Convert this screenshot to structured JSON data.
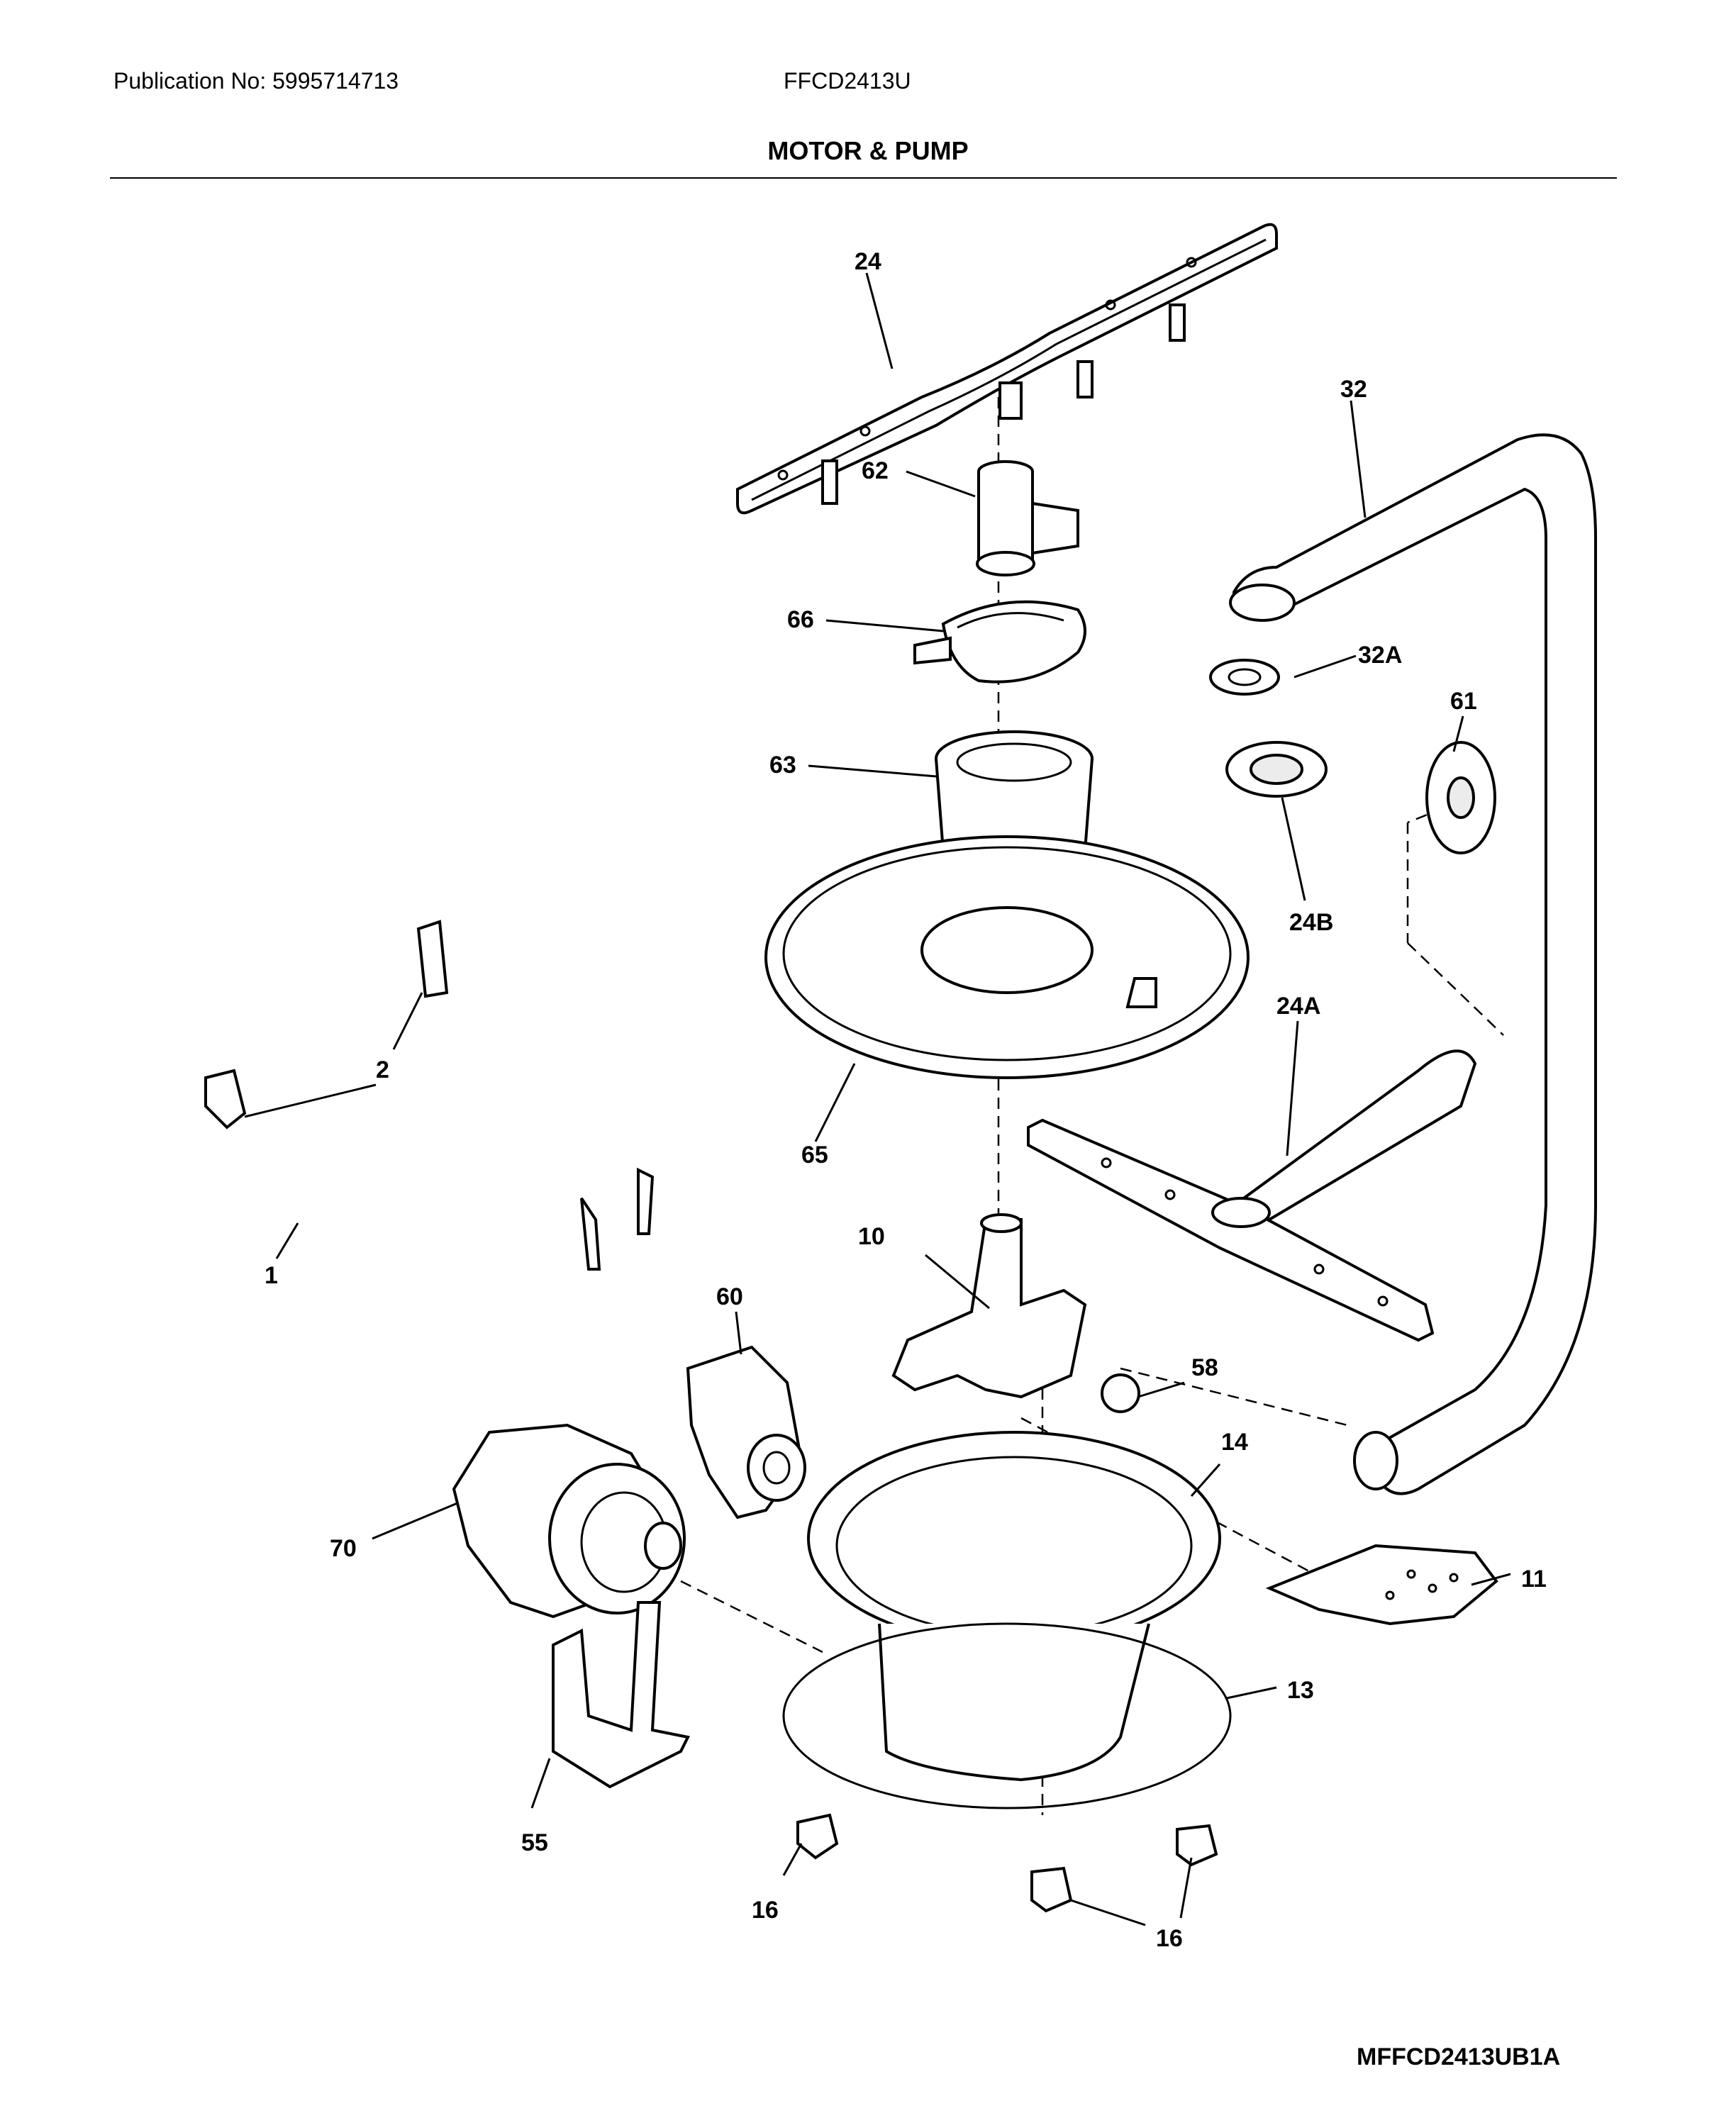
{
  "header": {
    "publication": "Publication No: 5995714713",
    "model": "FFCD2413U",
    "section_title": "MOTOR & PUMP"
  },
  "footer": {
    "diagram_code": "MFFCD2413UB1A"
  },
  "callouts": {
    "p1": "1",
    "p2": "2",
    "p10": "10",
    "p11": "11",
    "p13": "13",
    "p14": "14",
    "p16a": "16",
    "p16b": "16",
    "p24": "24",
    "p24a": "24A",
    "p24b": "24B",
    "p32": "32",
    "p32a": "32A",
    "p55": "55",
    "p58": "58",
    "p60": "60",
    "p61": "61",
    "p62": "62",
    "p63": "63",
    "p65": "65",
    "p66": "66",
    "p70": "70"
  }
}
